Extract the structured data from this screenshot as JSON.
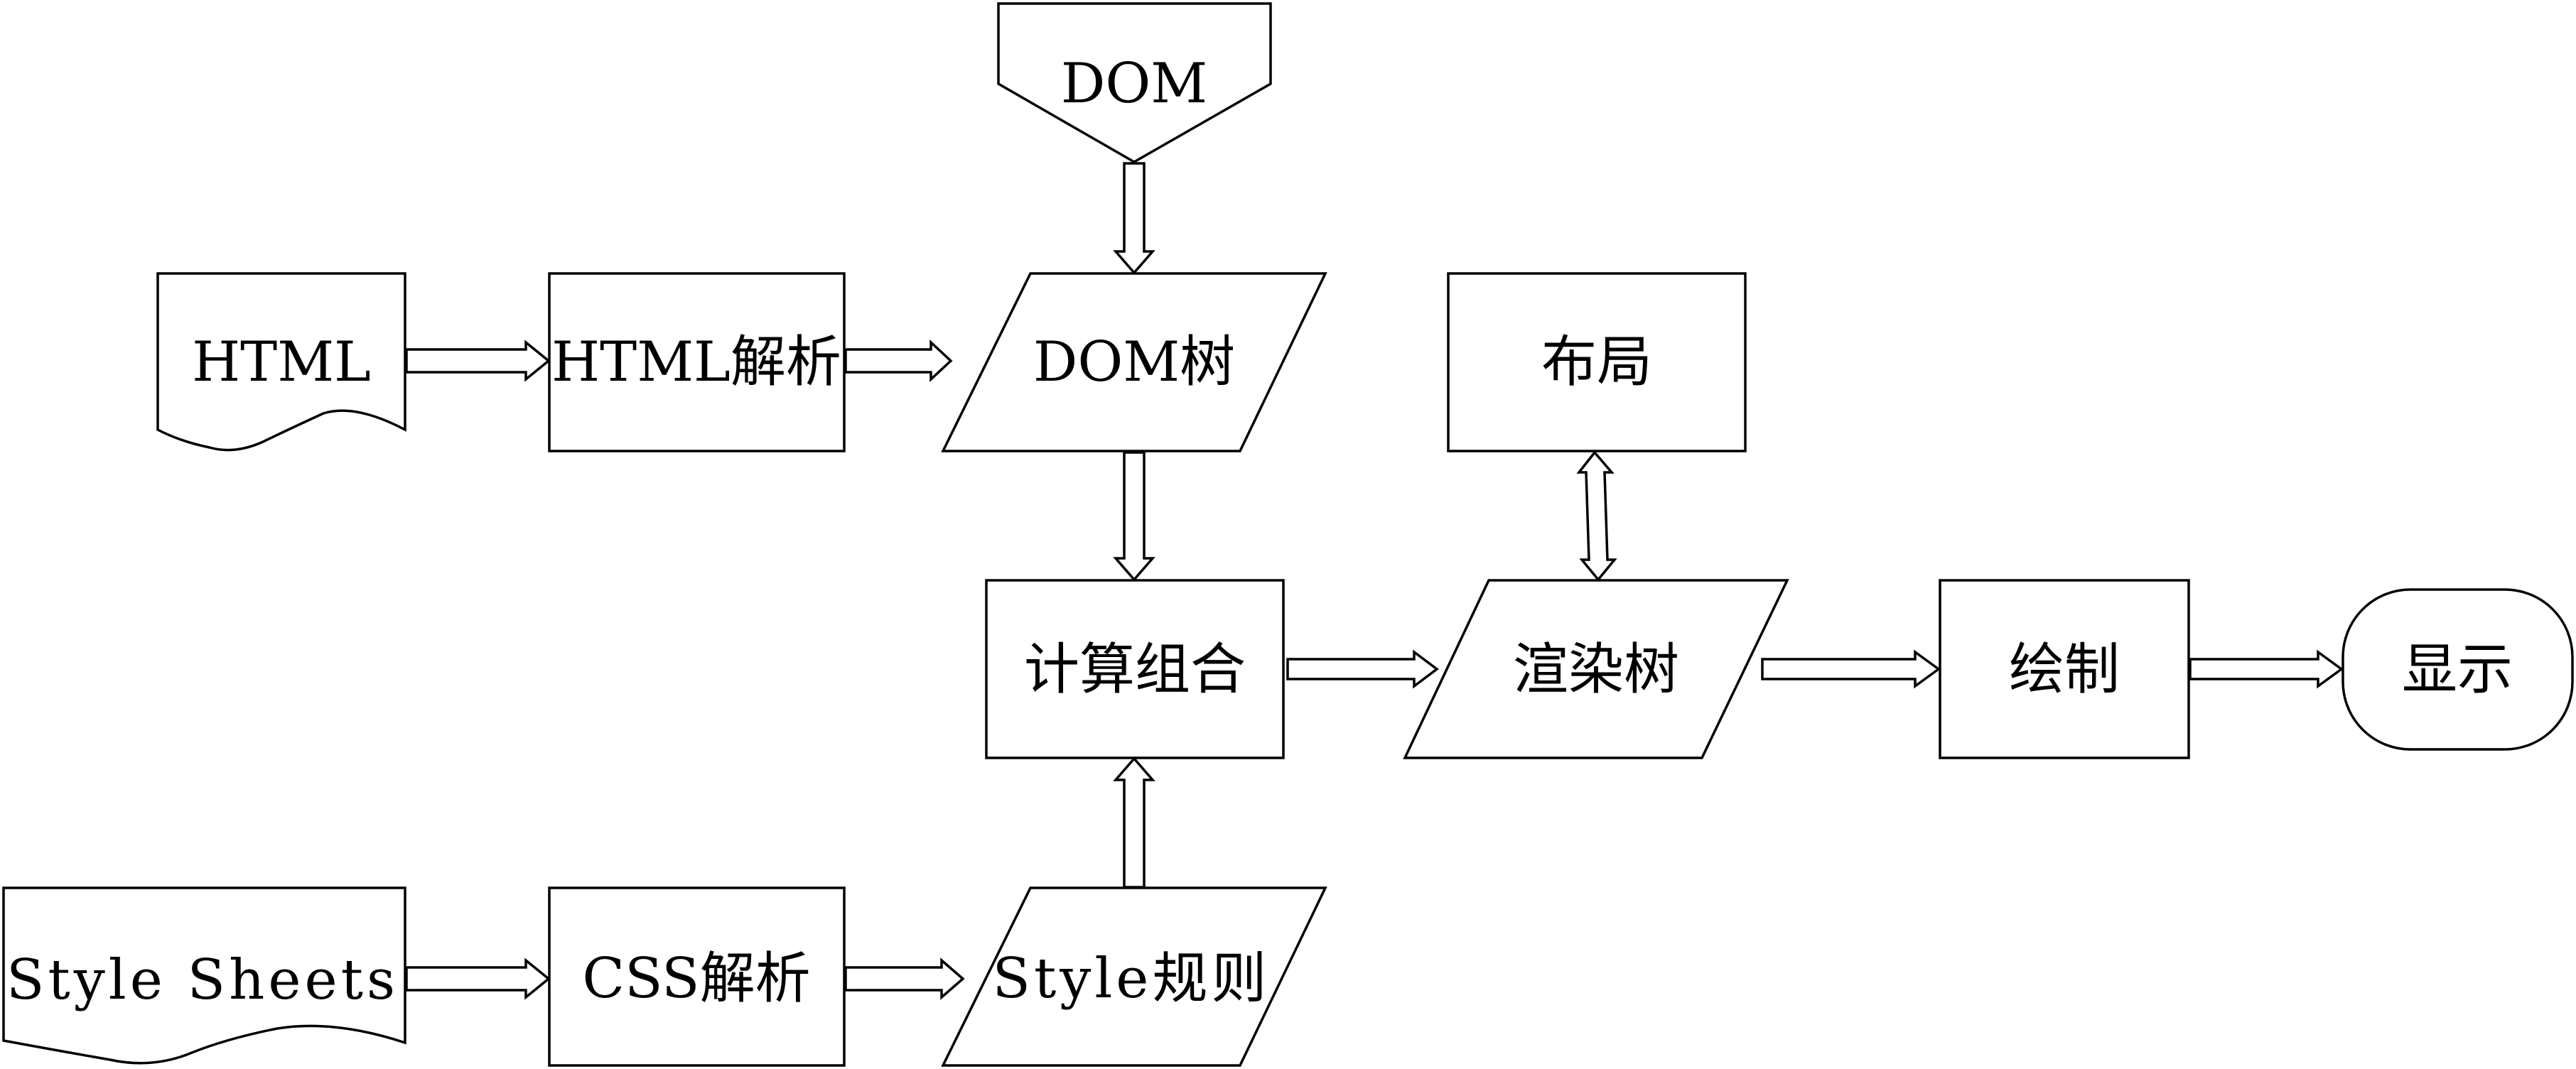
{
  "diagram": {
    "type": "flowchart",
    "colors": {
      "stroke": "#000000",
      "fill": "#ffffff",
      "text": "#000000",
      "background": "#ffffff"
    },
    "nodes": {
      "html_doc": {
        "label": "HTML",
        "shape": "document"
      },
      "html_parse": {
        "label": "HTML解析",
        "shape": "process"
      },
      "dom_input": {
        "label": "DOM",
        "shape": "off-page-connector"
      },
      "dom_tree": {
        "label": "DOM树",
        "shape": "data"
      },
      "style_sheets": {
        "label": "Style Sheets",
        "shape": "document"
      },
      "css_parse": {
        "label": "CSS解析",
        "shape": "process"
      },
      "style_rules": {
        "label": "Style规则",
        "shape": "data"
      },
      "compute_combine": {
        "label": "计算组合",
        "shape": "process"
      },
      "layout": {
        "label": "布局",
        "shape": "process"
      },
      "render_tree": {
        "label": "渲染树",
        "shape": "data"
      },
      "paint": {
        "label": "绘制",
        "shape": "process"
      },
      "display": {
        "label": "显示",
        "shape": "terminator"
      }
    },
    "edges": [
      {
        "from": "html_doc",
        "to": "html_parse"
      },
      {
        "from": "html_parse",
        "to": "dom_tree"
      },
      {
        "from": "dom_input",
        "to": "dom_tree"
      },
      {
        "from": "dom_tree",
        "to": "compute_combine"
      },
      {
        "from": "style_sheets",
        "to": "css_parse"
      },
      {
        "from": "css_parse",
        "to": "style_rules"
      },
      {
        "from": "style_rules",
        "to": "compute_combine"
      },
      {
        "from": "compute_combine",
        "to": "render_tree"
      },
      {
        "from": "render_tree",
        "to": "layout",
        "bidirectional": true
      },
      {
        "from": "render_tree",
        "to": "paint"
      },
      {
        "from": "paint",
        "to": "display"
      }
    ]
  }
}
